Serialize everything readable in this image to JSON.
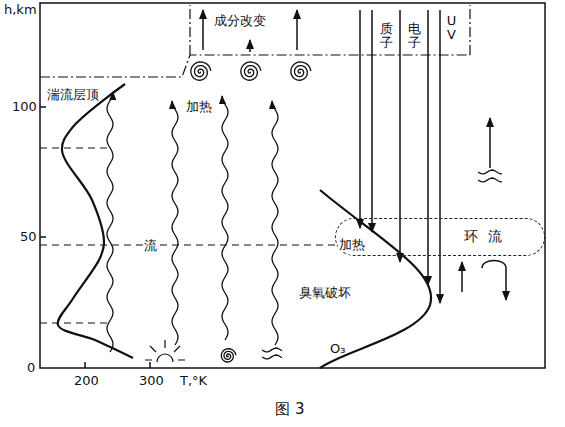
{
  "diagram": {
    "caption": "图 3",
    "nodes": [
      {
        "text": [
          "环流"
        ]
      }
    ],
    "labels": [
      "h,km",
      "100",
      "50",
      "0",
      "200",
      "300",
      "T,°K",
      "湍流层顶",
      "成分改变",
      "加热",
      "流",
      "质子",
      "电子",
      "UV",
      "加热",
      "臭氧破坏",
      "O₃"
    ]
  }
}
